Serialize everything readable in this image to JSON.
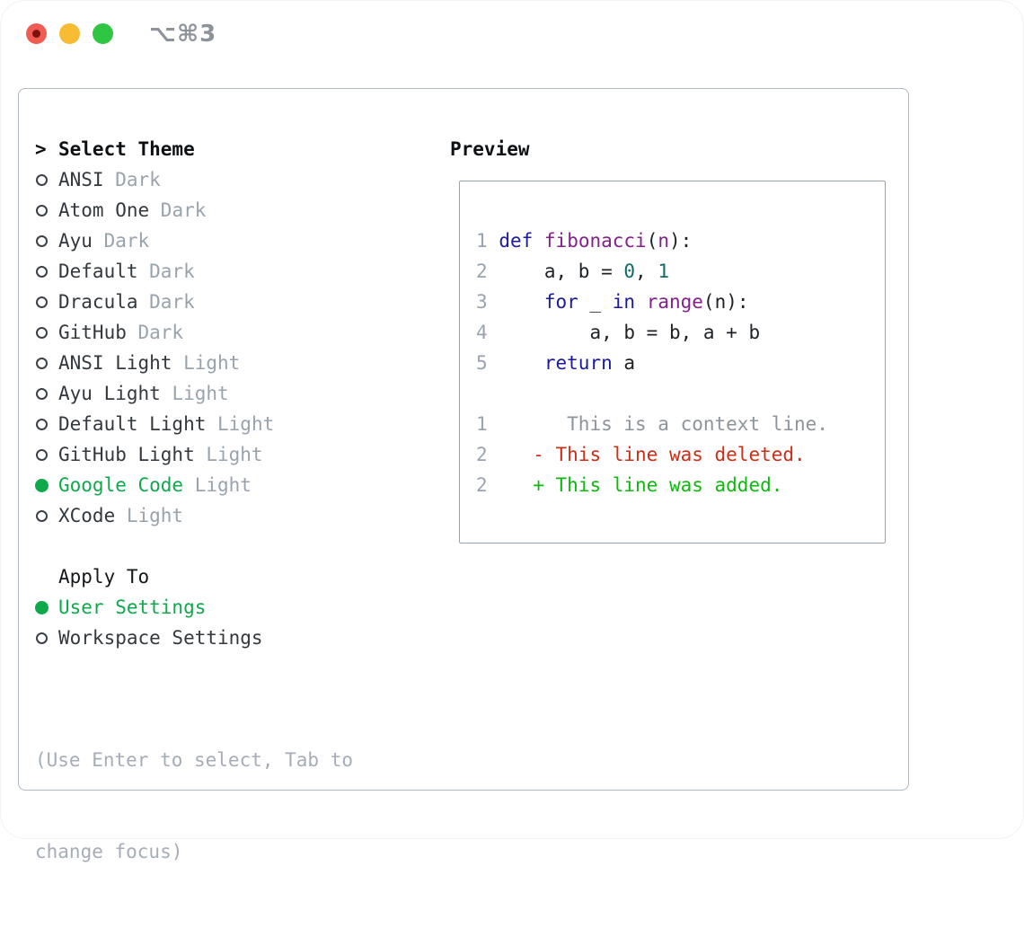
{
  "titlebar": {
    "shortcut": "⌥⌘3"
  },
  "left": {
    "title_marker": ">",
    "title": "Select Theme",
    "themes": [
      {
        "name": "ANSI",
        "variant": "Dark",
        "selected": false
      },
      {
        "name": "Atom One",
        "variant": "Dark",
        "selected": false
      },
      {
        "name": "Ayu",
        "variant": "Dark",
        "selected": false
      },
      {
        "name": "Default",
        "variant": "Dark",
        "selected": false
      },
      {
        "name": "Dracula",
        "variant": "Dark",
        "selected": false
      },
      {
        "name": "GitHub",
        "variant": "Dark",
        "selected": false
      },
      {
        "name": "ANSI Light",
        "variant": "Light",
        "selected": false
      },
      {
        "name": "Ayu Light",
        "variant": "Light",
        "selected": false
      },
      {
        "name": "Default Light",
        "variant": "Light",
        "selected": false
      },
      {
        "name": "GitHub Light",
        "variant": "Light",
        "selected": false
      },
      {
        "name": "Google Code",
        "variant": "Light",
        "selected": true
      },
      {
        "name": "XCode",
        "variant": "Light",
        "selected": false
      }
    ],
    "apply_to": {
      "label": "Apply To",
      "options": [
        {
          "label": "User Settings",
          "selected": true
        },
        {
          "label": "Workspace Settings",
          "selected": false
        }
      ]
    },
    "hint_line1": "(Use Enter to select, Tab to",
    "hint_line2": "change focus)"
  },
  "preview": {
    "label": "Preview",
    "code_lines": [
      {
        "num": "1",
        "tokens": [
          [
            " ",
            "pl"
          ],
          [
            "def",
            "kw"
          ],
          [
            " ",
            "pl"
          ],
          [
            "fibonacci",
            "nm"
          ],
          [
            "(",
            "pl"
          ],
          [
            "n",
            "nm"
          ],
          [
            "):",
            "pl"
          ]
        ]
      },
      {
        "num": "2",
        "tokens": [
          [
            "     a, b = ",
            "pl"
          ],
          [
            "0",
            "lt"
          ],
          [
            ", ",
            "pl"
          ],
          [
            "1",
            "lt"
          ]
        ]
      },
      {
        "num": "3",
        "tokens": [
          [
            "     ",
            "pl"
          ],
          [
            "for",
            "kw"
          ],
          [
            " _ ",
            "pl"
          ],
          [
            "in",
            "kw"
          ],
          [
            " ",
            "pl"
          ],
          [
            "range",
            "nm"
          ],
          [
            "(n):",
            "pl"
          ]
        ]
      },
      {
        "num": "4",
        "tokens": [
          [
            "         a, b = b, a + b",
            "pl"
          ]
        ]
      },
      {
        "num": "5",
        "tokens": [
          [
            "     ",
            "pl"
          ],
          [
            "return",
            "kw"
          ],
          [
            " a",
            "pl"
          ]
        ]
      },
      {
        "num": "",
        "tokens": []
      },
      {
        "num": "1",
        "tokens": [
          [
            "       This is a context line.",
            "ctx"
          ]
        ]
      },
      {
        "num": "2",
        "tokens": [
          [
            "    - This line was deleted.",
            "del"
          ]
        ]
      },
      {
        "num": "2",
        "tokens": [
          [
            "    + This line was added.",
            "add"
          ]
        ]
      }
    ]
  },
  "colors": {
    "accent_green": "#0fa94c",
    "keyword_blue": "#1a1a9e",
    "name_purple": "#83208c",
    "literal_teal": "#0e6b6b",
    "plain_dark": "#1d2125",
    "gutter_gray": "#9aa4b0",
    "context_gray": "#8e949b",
    "deleted_red": "#cd2e16",
    "added_green": "#0eb90e",
    "text_dark": "#33383e",
    "variant_gray": "#99a3ad",
    "hint_gray": "#a6adb8",
    "title_black": "#0e1114",
    "panel_border": "#b0b8c2",
    "preview_border": "#9aa2ab",
    "shortcut_gray": "#8d939b",
    "traffic_red": "#f05c51",
    "traffic_red_dot": "#7d120c",
    "traffic_yellow": "#f7bc33",
    "traffic_green": "#2ec643",
    "circle_outline": "#3b4148"
  }
}
